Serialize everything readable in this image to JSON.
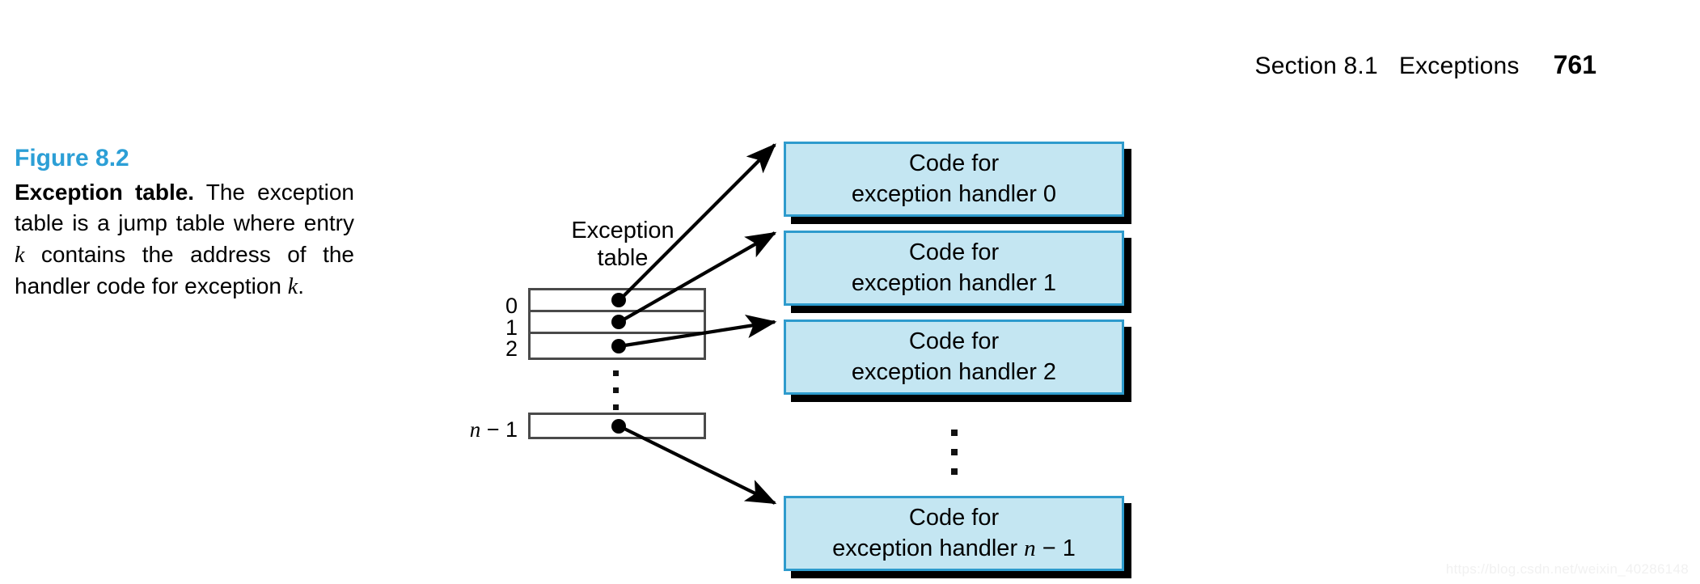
{
  "page": {
    "running_head": {
      "section": "Section 8.1",
      "title": "Exceptions",
      "page_number": "761"
    },
    "watermark": "https://blog.csdn.net/weixin_40286148",
    "background_color": "#ffffff"
  },
  "caption": {
    "figure_label": "Figure 8.2",
    "lead": "Exception table.",
    "body_part_1": " The exception table is a jump table where entry ",
    "var_k_1": "k",
    "body_part_2": " contains the address of the handler code for exception ",
    "var_k_2": "k",
    "body_part_3": ".",
    "label_color": "#2C9FD6"
  },
  "diagram": {
    "table_caption": "Exception\ntable",
    "table": {
      "rows": [
        {
          "index_label": "0",
          "has_pointer_dot": true
        },
        {
          "index_label": "1",
          "has_pointer_dot": true
        },
        {
          "index_label": "2",
          "has_pointer_dot": true
        }
      ],
      "ellipsis": "vertical-dots",
      "last_row": {
        "index_var": "n",
        "index_suffix": " − 1",
        "has_pointer_dot": true
      }
    },
    "handlers": [
      {
        "line1": "Code for",
        "line2": "exception handler 0",
        "index": "0"
      },
      {
        "line1": "Code for",
        "line2": "exception handler 1",
        "index": "1"
      },
      {
        "line1": "Code for",
        "line2": "exception handler 2",
        "index": "2"
      },
      {
        "line1": "Code for",
        "line2_prefix": "exception handler ",
        "line2_var": "n",
        "line2_suffix": " − 1",
        "index": "n-1"
      }
    ],
    "handler_ellipsis": "vertical-dots",
    "colors": {
      "box_fill": "#C4E6F2",
      "box_border": "#2E9BCD",
      "box_shadow": "#000000",
      "table_border": "#444444",
      "arrow": "#000000"
    },
    "arrow_count": 4
  }
}
